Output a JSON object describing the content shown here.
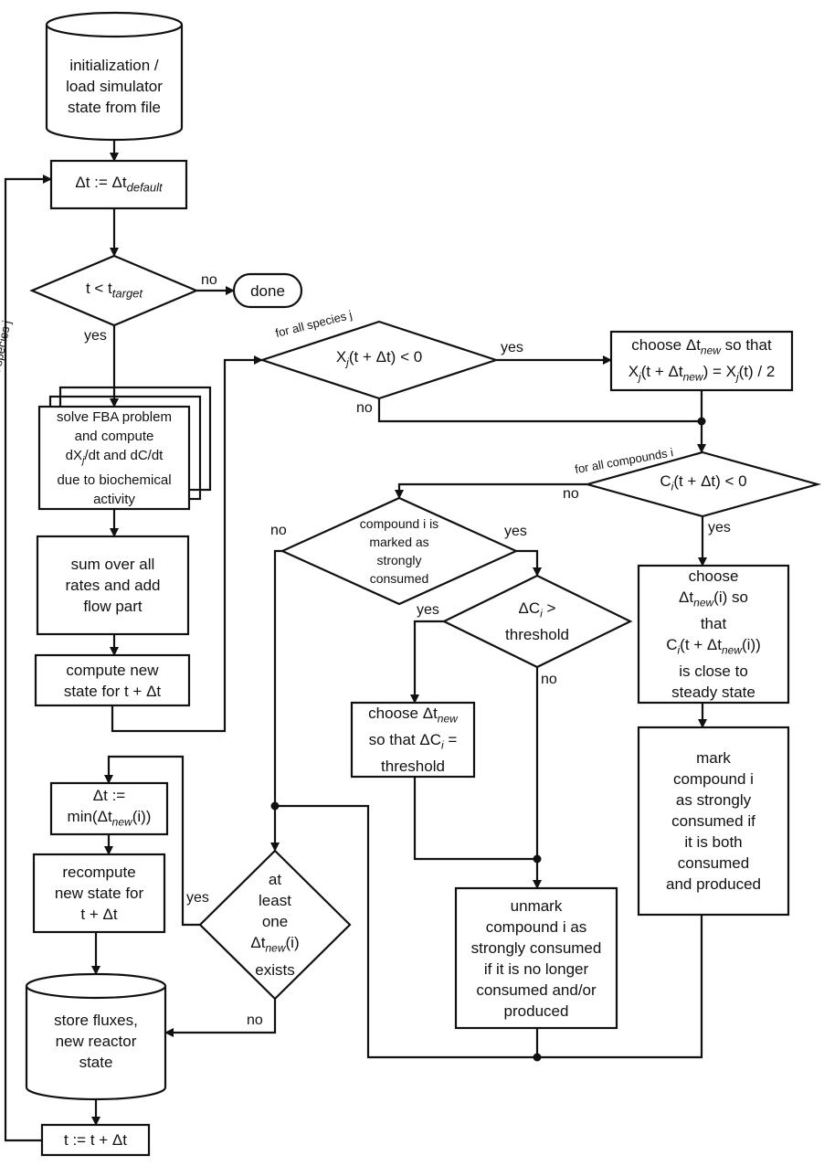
{
  "nodes": {
    "init": [
      "initialization /",
      "load simulator",
      "state from file"
    ],
    "dt_default": [
      "Δt := Δt",
      "default"
    ],
    "t_target": [
      "t < t",
      "target"
    ],
    "done": "done",
    "solve_fba": [
      "solve FBA problem",
      "and compute",
      "dX",
      "j",
      "/dt and dC/dt",
      "due to biochemical",
      "activity"
    ],
    "sum_rates": [
      "sum over all",
      "rates and add",
      "flow part"
    ],
    "compute_state": [
      "compute new",
      "state for t + Δt"
    ],
    "xj_check": [
      "X",
      "j",
      "(t + Δt) < 0"
    ],
    "choose_xj": [
      "choose Δt",
      "new",
      " so that",
      "X",
      "j",
      "(t + Δt",
      "new",
      ") = X",
      "j",
      "(t) / 2"
    ],
    "ci_check": [
      "C",
      "i",
      "(t + Δt) < 0"
    ],
    "strongly_check": [
      "compound i is",
      "marked as",
      "strongly",
      "consumed"
    ],
    "dci_check": [
      "ΔC",
      "i",
      " >",
      "threshold"
    ],
    "choose_ci": [
      "choose",
      "Δt",
      "new",
      "(i) so",
      "that",
      "C",
      "i",
      "(t + Δt",
      "new",
      "(i))",
      "is close to",
      "steady state"
    ],
    "choose_dci": [
      "choose Δt",
      "new",
      "so that ΔC",
      "i",
      " =",
      "threshold"
    ],
    "mark": [
      "mark",
      "compound i",
      "as strongly",
      "consumed if",
      "it is both",
      "consumed",
      "and produced"
    ],
    "unmark": [
      "unmark",
      "compound i as",
      "strongly consumed",
      "if it is no longer",
      "consumed and/or",
      "produced"
    ],
    "dt_min": [
      "Δt :=",
      "min(Δt",
      "new",
      "(i))"
    ],
    "recompute": [
      "recompute",
      "new state for",
      "t + Δt"
    ],
    "exists_check": [
      "at",
      "least",
      "one",
      "Δt",
      "new",
      "(i)",
      "exists"
    ],
    "store": [
      "store fluxes,",
      "new reactor",
      "state"
    ],
    "t_update": "t := t + Δt"
  },
  "labels": {
    "no_done": "no",
    "yes_target": "yes",
    "loop_species_1": "for all species j",
    "loop_species_2": "for all species j",
    "yes_xj": "yes",
    "no_xj": "no",
    "loop_compounds": "for all compounds i",
    "no_ci": "no",
    "yes_ci": "yes",
    "no_strongly": "no",
    "yes_strongly": "yes",
    "yes_dci": "yes",
    "no_dci": "no",
    "yes_exists": "yes",
    "no_exists": "no"
  }
}
